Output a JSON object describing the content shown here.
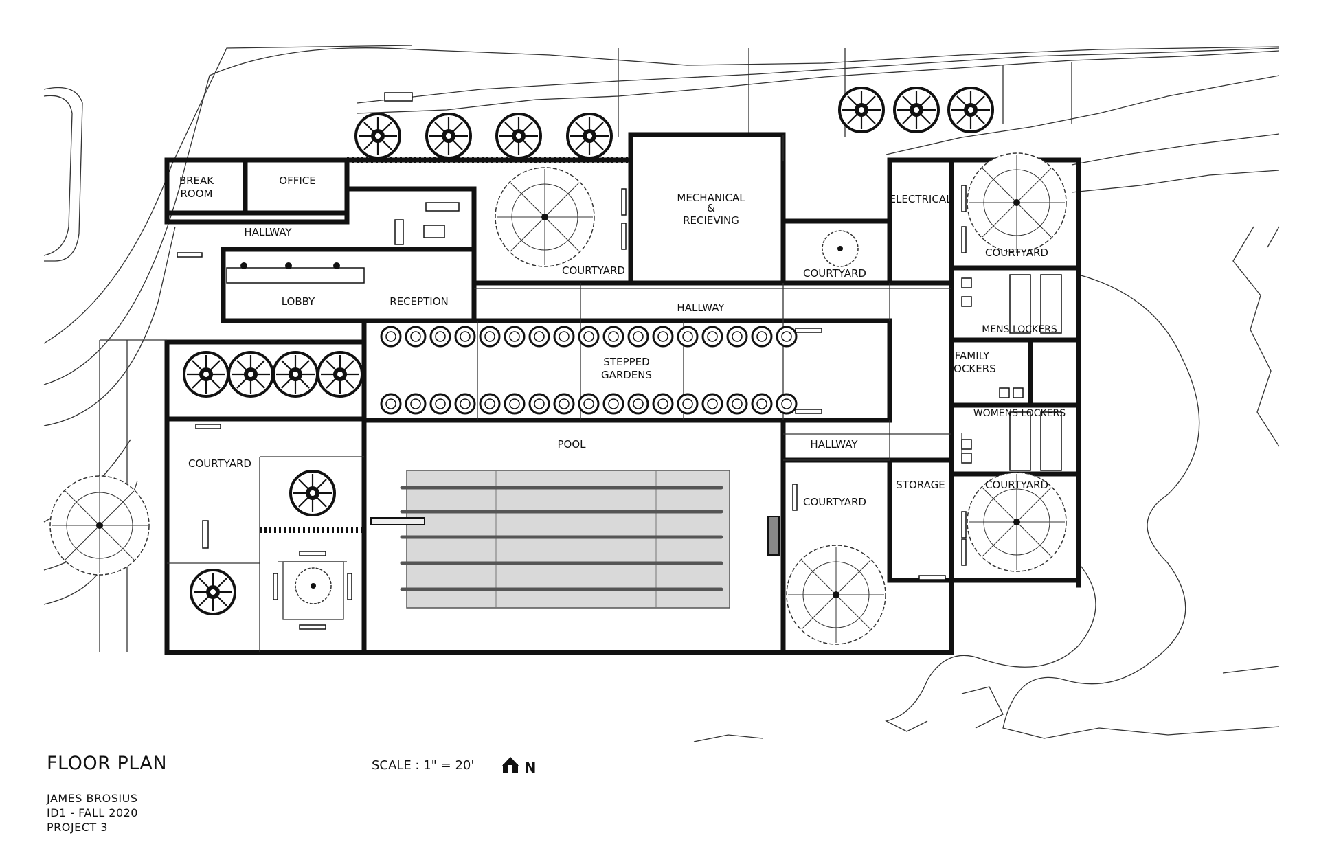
{
  "rooms": {
    "break_room": "BREAK\nROOM",
    "office": "OFFICE",
    "hallway_west": "HALLWAY",
    "lobby": "LOBBY",
    "reception": "RECEPTION",
    "courtyard_north": "COURTYARD",
    "mechanical": "MECHANICAL\n&\nRECIEVING",
    "courtyard_small": "COURTYARD",
    "electrical": "ELECTRICAL",
    "courtyard_ne": "COURTYARD",
    "hallway_main": "HALLWAY",
    "mens_lockers": "MENS LOCKERS",
    "family_lockers": "FAMILY\nLOCKERS",
    "womens_lockers": "WOMENS LOCKERS",
    "stepped_gardens": "STEPPED\nGARDENS",
    "pool": "POOL",
    "hallway_east": "HALLWAY",
    "courtyard_sw": "COURTYARD",
    "courtyard_se": "COURTYARD",
    "storage": "STORAGE",
    "courtyard_east": "COURTYARD"
  },
  "title_block": {
    "title": "FLOOR PLAN",
    "scale": "SCALE : 1\" = 20'",
    "north": "N",
    "author": "JAMES BROSIUS",
    "course": "ID1 - FALL 2020",
    "project": "PROJECT 3"
  },
  "colors": {
    "wall": "#111111",
    "line": "#333333",
    "pool_fill": "#d9d9d9",
    "lane": "#555555"
  }
}
